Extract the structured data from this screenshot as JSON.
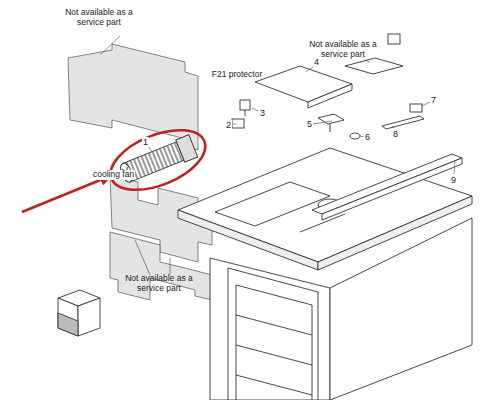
{
  "diagram": {
    "labels": [
      "Not available as a service part",
      "Not available as a service part",
      "F21 protector",
      "1",
      "2",
      "3",
      "4",
      "5",
      "6",
      "7",
      "8",
      "9",
      "cooling fan",
      "Not available as a service part"
    ]
  }
}
